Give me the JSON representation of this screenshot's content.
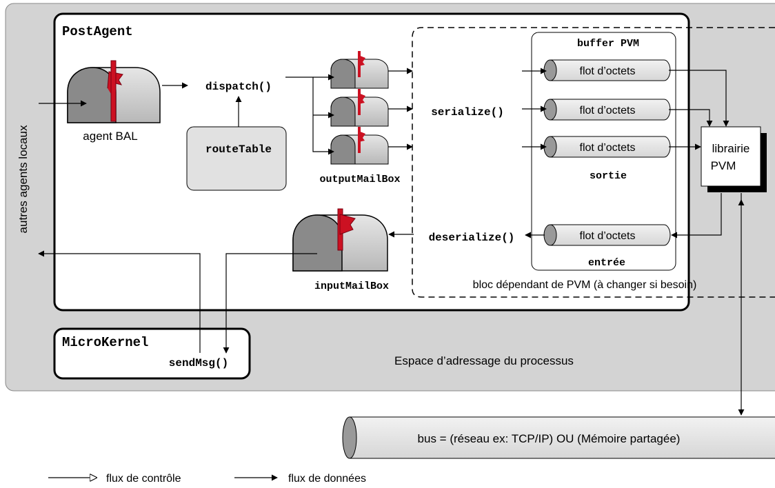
{
  "labels": {
    "postagent": "PostAgent",
    "agent_bal": "agent BAL",
    "dispatch": "dispatch()",
    "route_table": "routeTable",
    "output_mailbox": "outputMailBox",
    "input_mailbox": "inputMailBox",
    "serialize": "serialize()",
    "deserialize": "deserialize()",
    "buffer_pvm": "buffer PVM",
    "stream": "flot d’octets",
    "sortie": "sortie",
    "entree": "entrée",
    "librairie_line1": "librairie",
    "librairie_line2": "PVM",
    "pvm_block": "bloc dépendant de PVM (à changer si besoin)",
    "autres_agents": "autres agents locaux",
    "microkernel": "MicroKernel",
    "sendmsg": "sendMsg()",
    "espace": "Espace d’adressage du processus",
    "bus": "bus = (réseau ex: TCP/IP) OU (Mémoire partagée)"
  },
  "legend": {
    "control": "flux de contrôle",
    "data": "flux de données"
  },
  "colors": {
    "process_bg": "#d3d3d3",
    "box_light": "#e1e1e1",
    "mailbox": "#c8c8c8",
    "flag": "#cc1122",
    "outline": "#000000"
  }
}
